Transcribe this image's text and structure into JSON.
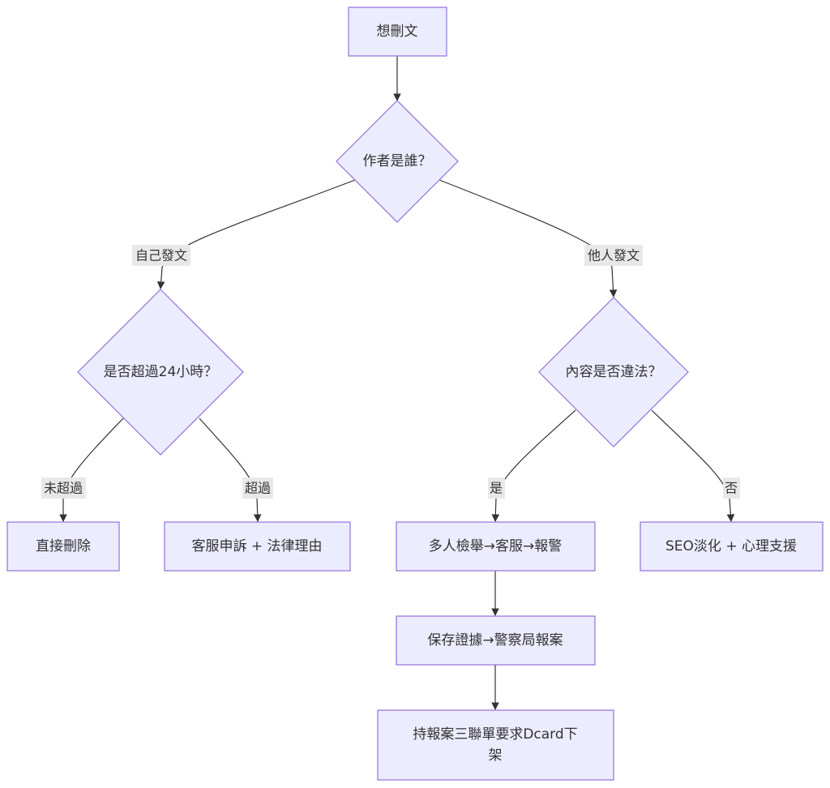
{
  "diagram": {
    "nodes": {
      "start": "想刪文",
      "q_author": "作者是誰？",
      "q_24h": "是否超過24小時？",
      "q_illegal": "內容是否違法？",
      "delete": "直接刪除",
      "appeal": "客服申訴 + 法律理由",
      "report": "多人檢舉→客服→報警",
      "seo": "SEO淡化 + 心理支援",
      "evidence": "保存證據→警察局報案",
      "takedown_line1": "持報案三聯單要求Dcard下",
      "takedown_line2": "架"
    },
    "edge_labels": {
      "self_post": "自己發文",
      "other_post": "他人發文",
      "not_over": "未超過",
      "over": "超過",
      "yes": "是",
      "no": "否"
    }
  },
  "colors": {
    "node_fill": "#ECECFF",
    "node_stroke": "#9370DB",
    "edge": "#333333",
    "label_bg": "#e8e8e8"
  }
}
